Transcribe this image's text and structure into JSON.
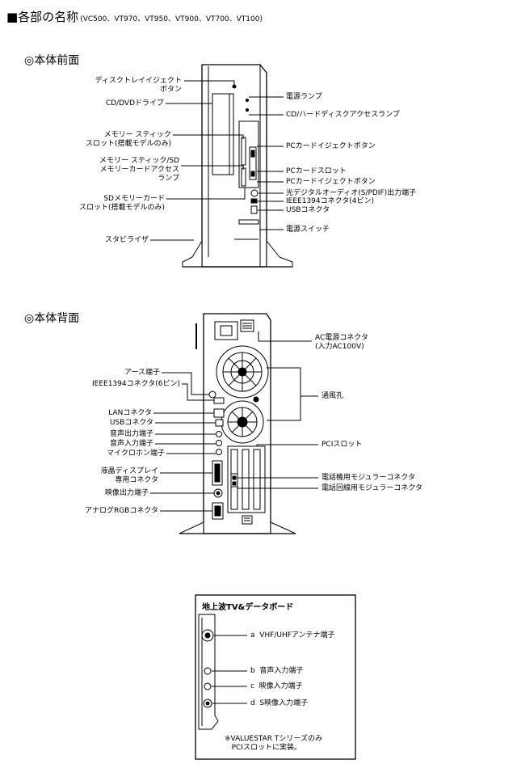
{
  "header": {
    "title": "■各部の名称",
    "models": "(VC500、VT970、VT950、VT900、VT700、VT100)"
  },
  "front": {
    "section_title": "◎本体前面",
    "labels_left": [
      "ディスクトレイイジェクト\nボタン",
      "CD/DVDドライブ",
      "メモリー スティック\nスロット(搭載モデルのみ)",
      "メモリー スティック/SD\nメモリーカードアクセス\nランプ",
      "SDメモリーカード\nスロット(搭載モデルのみ)",
      "スタビライザ"
    ],
    "labels_right": [
      "電源ランプ",
      "CD/ハードディスクアクセスランプ",
      "PCカードイジェクトボタン",
      "PCカードスロット",
      "PCカードイジェクトボタン",
      "光デジタルオーディオ(S/PDIF)出力端子",
      "IEEE1394コネクタ(4ピン)",
      "USBコネクタ",
      "電源スイッチ"
    ]
  },
  "back": {
    "section_title": "◎本体背面",
    "labels_left": [
      "アース端子",
      "IEEE1394コネクタ(6ピン)",
      "LANコネクタ",
      "USBコネクタ",
      "音声出力端子",
      "音声入力端子",
      "マイクロホン端子",
      "液晶ディスプレイ\n専用コネクタ",
      "映像出力端子",
      "アナログRGBコネクタ"
    ],
    "labels_right": [
      "AC電源コネクタ\n(入力AC100V)",
      "通風孔",
      "PCIスロット",
      "電話機用モジュラーコネクタ",
      "電話回線用モジュラーコネクタ"
    ]
  },
  "tv_board": {
    "title": "地上波TV&データボード",
    "labels": [
      "a  VHF/UHFアンテナ端子",
      "b  音声入力端子",
      "c  映像入力端子",
      "d  S映像入力端子"
    ],
    "note": "※VALUESTAR Tシリーズのみ\n   PCIスロットに実装。"
  }
}
